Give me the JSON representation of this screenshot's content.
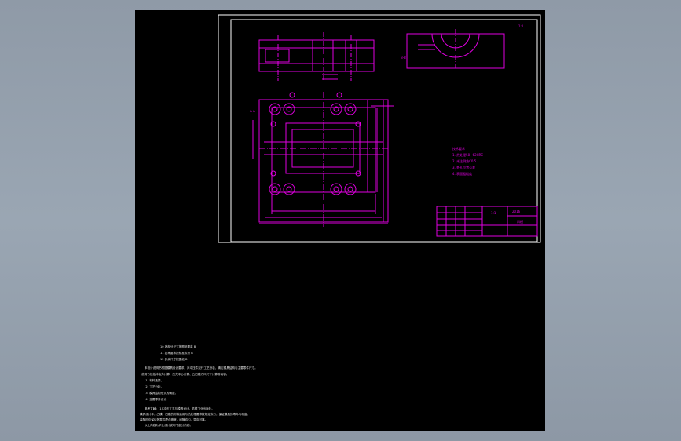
{
  "drawing": {
    "view_labels": {
      "section_a": "A-A",
      "section_b": "B-B",
      "scale_mark": "1:1"
    },
    "title_block": {
      "title_cells": [
        "1:1",
        "",
        ""
      ],
      "name": "凹模",
      "drawing_no": "2016"
    },
    "tech_requirements": {
      "heading": "技术要求",
      "lines": [
        "1. 热处理58~62HRC",
        "2. 未注倒角C0.5",
        "3. 各孔位置公差",
        "4. 表面粗糙度"
      ]
    }
  },
  "notes": {
    "header_lines": [
      "10 各部分尺寸按图纸要求 B",
      "11 技术要求按标准执行 B",
      "12 其余尺寸按图纸 B"
    ],
    "body_lines": [
      "本设计说明书根据模具设计要求，对冲压件进行工艺分析，确定模具结构与主要零件尺寸。",
      "说明书包括冲裁力计算、压力中心计算、凸凹模刃口尺寸计算等内容。",
      "(1) 材料选择。",
      "(2) 工艺分析。",
      "(3) 模具结构形式的确定。",
      "(4) 主要零件设计。"
    ],
    "footer_lines": [
      "参考文献：[1] 冲压工艺与模具设计，机械工业出版社。",
      "模具设计中，凸模、凹模的材料选用与热处理要求按规定执行，保证模具的寿命与精度。",
      "装配时应保证各零件配合精度，间隙均匀，导向可靠。",
      "以上内容为毕业设计说明书部分内容。"
    ]
  },
  "colors": {
    "background": "#000000",
    "line_primary": "#e000e0",
    "line_frame": "#ffffff",
    "desktop": "#97a2af"
  }
}
